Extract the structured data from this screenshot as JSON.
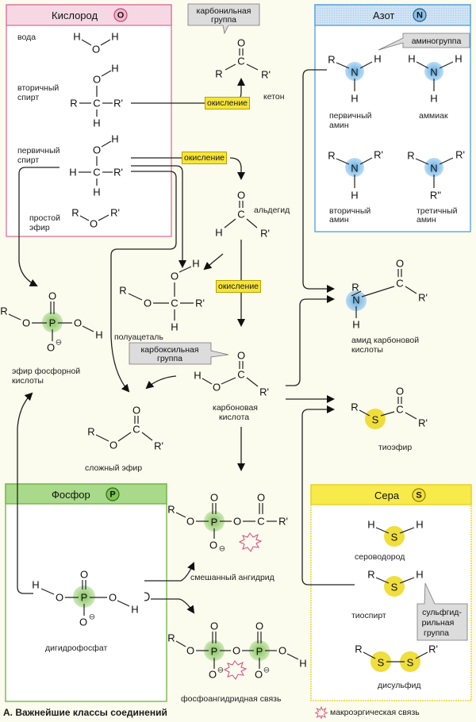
{
  "caption": "А. Важнейшие классы соединений",
  "legend": {
    "label": "макроэргическая связь",
    "icon": "starburst-icon",
    "color": "#d44a7a"
  },
  "colors": {
    "oxygen": "#d9739b",
    "nitrogen": "#4d9fd9",
    "phosphorus": "#6db33f",
    "sulfur": "#ecd81a",
    "oxidation_bg": "#f5e43a",
    "callout_bg": "#dcdcdc"
  },
  "boxes": {
    "oxygen": {
      "title": "Кислород",
      "badge": "O",
      "items": {
        "water": "вода",
        "secondary_alcohol": [
          "вторичный",
          "спирт"
        ],
        "primary_alcohol": [
          "первичный",
          "спирт"
        ],
        "ether": [
          "простой",
          "эфир"
        ]
      }
    },
    "nitrogen": {
      "title": "Азот",
      "badge": "N",
      "callout": "аминогруппа",
      "items": {
        "primary_amine": [
          "первичный",
          "амин"
        ],
        "ammonia": "аммиак",
        "secondary_amine": [
          "вторичный",
          "амин"
        ],
        "tertiary_amine": [
          "третичный",
          "амин"
        ]
      }
    },
    "phosphorus": {
      "title": "Фосфор",
      "badge": "P",
      "items": {
        "dihydrogen_phosphate": "дигидрофосфат"
      }
    },
    "sulfur": {
      "title": "Сера",
      "badge": "S",
      "callout": [
        "сульфгид-",
        "рильная",
        "группа"
      ],
      "items": {
        "hydrogen_sulfide": "сероводород",
        "thiol": "тиоспирт",
        "disulfide": "дисульфид"
      }
    }
  },
  "compounds": {
    "ketone": "кетон",
    "aldehyde": "альдегид",
    "hemiacetal": "полуацеталь",
    "carboxylic_acid": [
      "карбоновая",
      "кислота"
    ],
    "ester": "сложный эфир",
    "phosphate_ester": [
      "эфир фосфорной",
      "кислоты"
    ],
    "amide": [
      "амид карбоновой",
      "кислоты"
    ],
    "thioester": "тиоэфир",
    "mixed_anhydride": "смешанный ангидрид",
    "phosphoanhydride": "фосфоангидридная связь"
  },
  "callouts": {
    "carbonyl": [
      "карбонильная",
      "группа"
    ],
    "carboxyl": [
      "карбоксильная",
      "группа"
    ]
  },
  "reactions": {
    "oxidation_1": "окисление",
    "oxidation_2": "окисление",
    "oxidation_3": "окисление"
  },
  "atoms": {
    "H": "H",
    "O": "O",
    "C": "C",
    "N": "N",
    "P": "P",
    "S": "S",
    "R": "R",
    "R1": "R'",
    "R2": "R''",
    "Ominus": "O",
    "minus": "⊖"
  }
}
